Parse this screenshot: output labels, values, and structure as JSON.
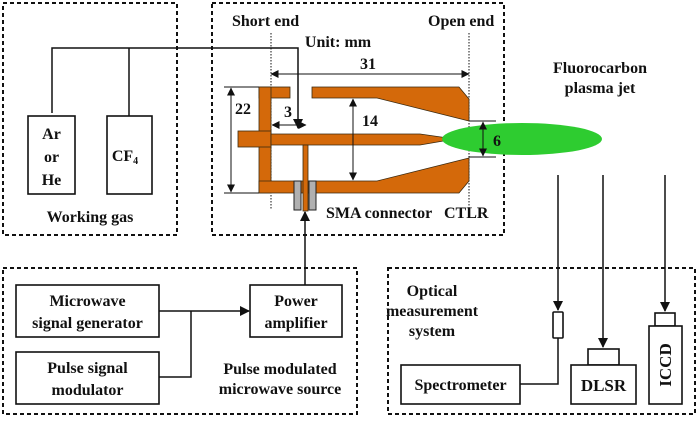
{
  "colors": {
    "copper": "#d4690a",
    "plasma": "#2ecc30",
    "connector": "#b0b0b0",
    "line": "#111111"
  },
  "working_gas": {
    "title": "Working gas",
    "cylinder_1": [
      "Ar",
      "or",
      "He"
    ],
    "cylinder_2": {
      "main": "CF",
      "sub": "4"
    }
  },
  "ctlr": {
    "title": "CTLR",
    "short_end": "Short end",
    "open_end": "Open end",
    "unit": "Unit: mm",
    "connector": "SMA connector",
    "dimensions": {
      "length": "31",
      "height": "22",
      "feed_offset": "3",
      "inner_gap": "14",
      "nozzle": "6"
    }
  },
  "plasma": {
    "label_line1": "Fluorocarbon",
    "label_line2": "plasma jet"
  },
  "source": {
    "title_line1": "Pulse modulated",
    "title_line2": "microwave source",
    "generator": [
      "Microwave",
      "signal generator"
    ],
    "modulator": [
      "Pulse signal",
      "modulator"
    ],
    "amplifier": [
      "Power",
      "amplifier"
    ]
  },
  "optical": {
    "title": [
      "Optical",
      "measurement",
      "system"
    ],
    "spectrometer": "Spectrometer",
    "dlsr": "DLSR",
    "iccd": "ICCD"
  }
}
